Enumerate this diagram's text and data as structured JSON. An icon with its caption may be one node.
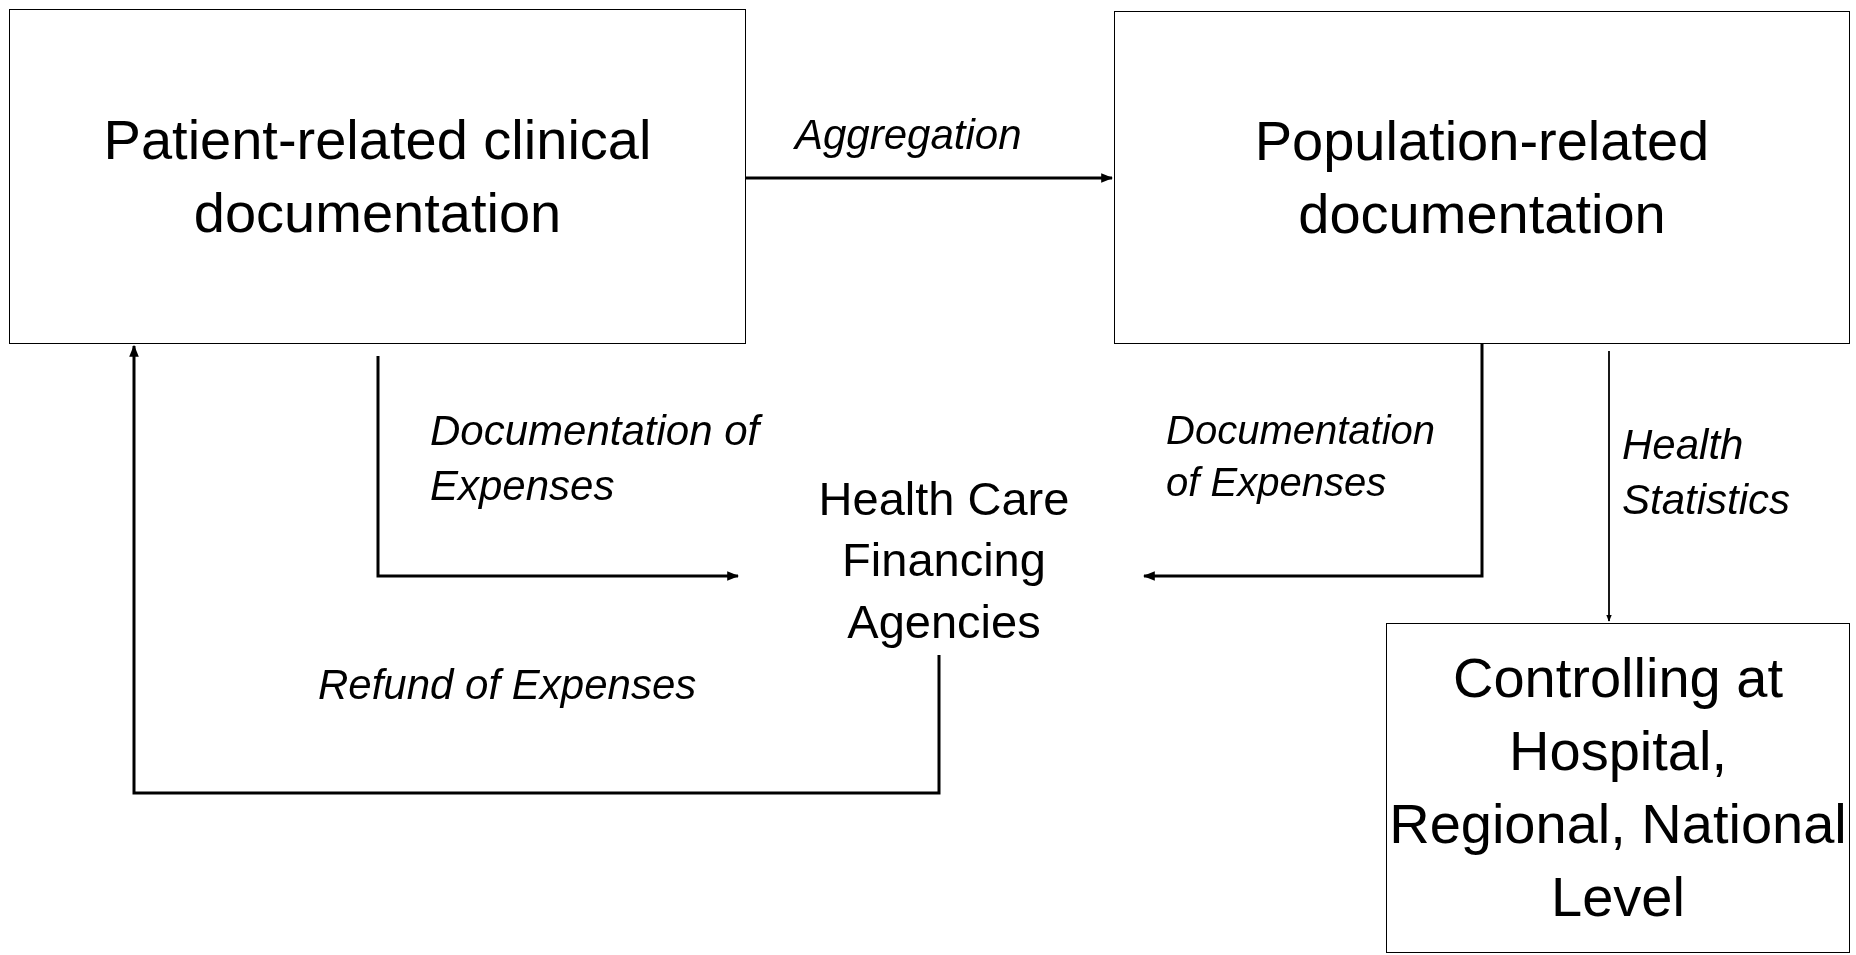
{
  "diagram": {
    "nodes": [
      {
        "text": [
          "Patient-related clinical documentation"
        ]
      },
      {
        "text": [
          "Population-related documentation"
        ]
      },
      {
        "text": [
          "Health Care Financing Agencies"
        ]
      },
      {
        "text": [
          "Controlling at Hospital, Regional, National Level"
        ]
      }
    ],
    "edges": [
      {
        "from": 0,
        "to": 1,
        "arrow": "to",
        "label": "Aggregation"
      },
      {
        "from": 0,
        "to": 2,
        "arrow": "to",
        "label": "Documentation of Expenses"
      },
      {
        "from": 1,
        "to": 2,
        "arrow": "to",
        "label": "Documentation of Expenses"
      },
      {
        "from": 2,
        "to": 0,
        "arrow": "to",
        "label": "Refund of Expenses"
      },
      {
        "from": 1,
        "to": 3,
        "arrow": "to",
        "label": "Health Statistics"
      }
    ]
  }
}
